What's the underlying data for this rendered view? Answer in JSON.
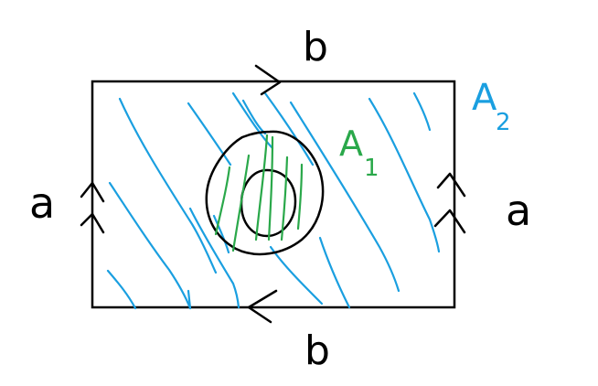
{
  "diagram": {
    "labels": {
      "top_edge": "b",
      "bottom_edge": "b",
      "left_edge": "a",
      "right_edge": "a",
      "region_inner": "A",
      "region_inner_sub": "1",
      "region_outer": "A",
      "region_outer_sub": "2"
    },
    "colors": {
      "ink": "#000000",
      "region_outer_hatch": "#1a9fe0",
      "region_inner_hatch": "#2aa84a"
    }
  }
}
